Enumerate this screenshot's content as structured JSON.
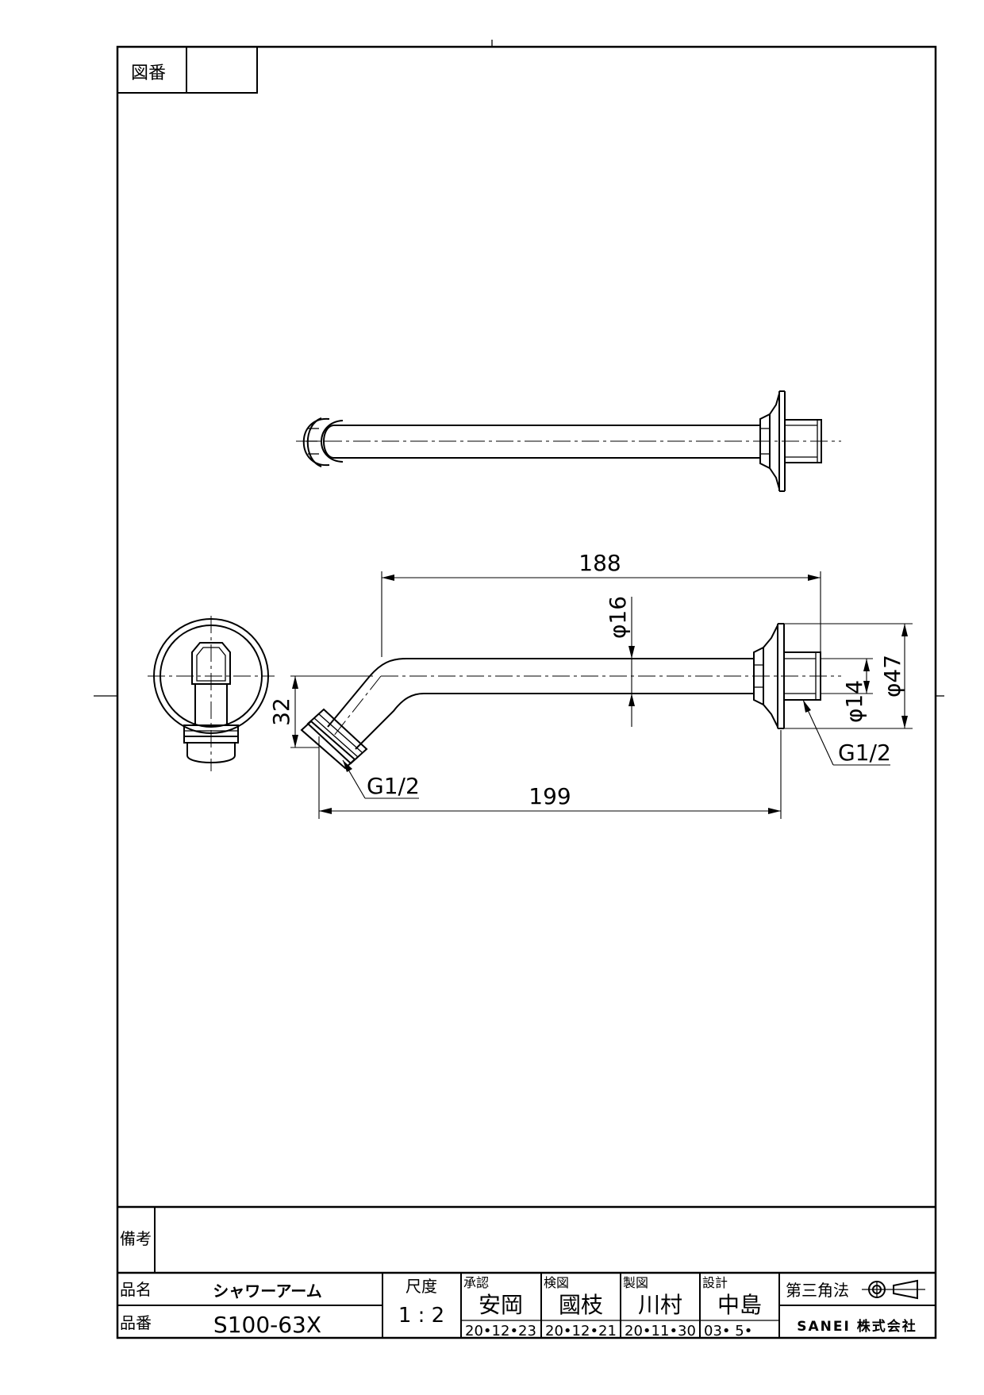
{
  "header": {
    "drawing_no_label": "図番",
    "drawing_no_value": ""
  },
  "dimensions": {
    "length_top": "188",
    "length_bottom": "199",
    "offset": "32",
    "pipe_dia": "φ16",
    "thread_dia": "φ14",
    "flange_dia": "φ47",
    "thread_left": "G1/2",
    "thread_right": "G1/2"
  },
  "title_block": {
    "remarks_label": "備考",
    "remarks_value": "",
    "name_label": "品名",
    "name_value": "シャワーアーム",
    "number_label": "品番",
    "number_value": "S100-63X",
    "scale_label": "尺度",
    "scale_value": "1 : 2",
    "approval": {
      "label": "承認",
      "name": "安岡",
      "date": "20•12•23"
    },
    "check": {
      "label": "検図",
      "name": "國枝",
      "date": "20•12•21"
    },
    "drafting": {
      "label": "製図",
      "name": "川村",
      "date": "20•11•30"
    },
    "design": {
      "label": "設計",
      "name": "中島",
      "date": "03•  5•"
    },
    "projection_label": "第三角法",
    "company": "SANEI 株式会社"
  }
}
